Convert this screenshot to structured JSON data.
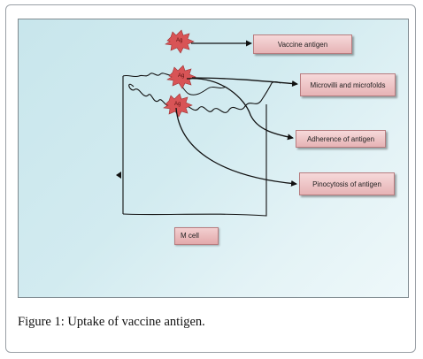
{
  "diagram": {
    "labels": {
      "vaccine_antigen": "Vaccine antigen",
      "microvilli": "Microvilli and microfolds",
      "adherence": "Adherence of antigen",
      "pinocytosis": "Pinocytosis of antigen",
      "m_cell": "M cell"
    },
    "antigen_label": "Ag",
    "colors": {
      "antigen_fill": "#d85456",
      "box_fill": "#eec4c6",
      "background": "#cfe9ef"
    }
  },
  "caption": {
    "prefix": "Figure 1:",
    "text": " Uptake of vaccine antigen."
  }
}
